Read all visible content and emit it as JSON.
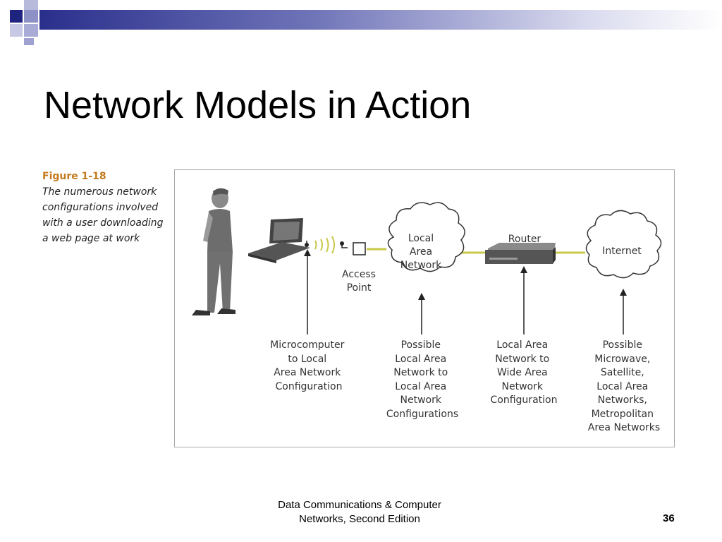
{
  "slide": {
    "title": "Network Models in Action",
    "page_number": "36",
    "footer_line1": "Data Communications & Computer",
    "footer_line2": "Networks, Second Edition"
  },
  "figure": {
    "number": "Figure 1-18",
    "caption": "The numerous network configurations involved with a user downloading a web page at work",
    "labels": {
      "access_point": [
        "Access",
        "Point"
      ],
      "lan_cloud": [
        "Local",
        "Area",
        "Network"
      ],
      "router": "Router",
      "internet": "Internet"
    },
    "annotations": {
      "micro": [
        "Microcomputer",
        "to Local",
        "Area Network",
        "Configuration"
      ],
      "lan": [
        "Possible",
        "Local Area",
        "Network to",
        "Local Area",
        "Network",
        "Configurations"
      ],
      "wan": [
        "Local Area",
        "Network to",
        "Wide Area",
        "Network",
        "Configuration"
      ],
      "internet": [
        "Possible",
        "Microwave,",
        "Satellite,",
        "Local Area",
        "Networks,",
        "Metropolitan",
        "Area Networks"
      ]
    }
  },
  "colors": {
    "title_bar_dark": "#2a2f8c",
    "figure_number": "#c47a1d",
    "link_line": "#c8c84a"
  }
}
